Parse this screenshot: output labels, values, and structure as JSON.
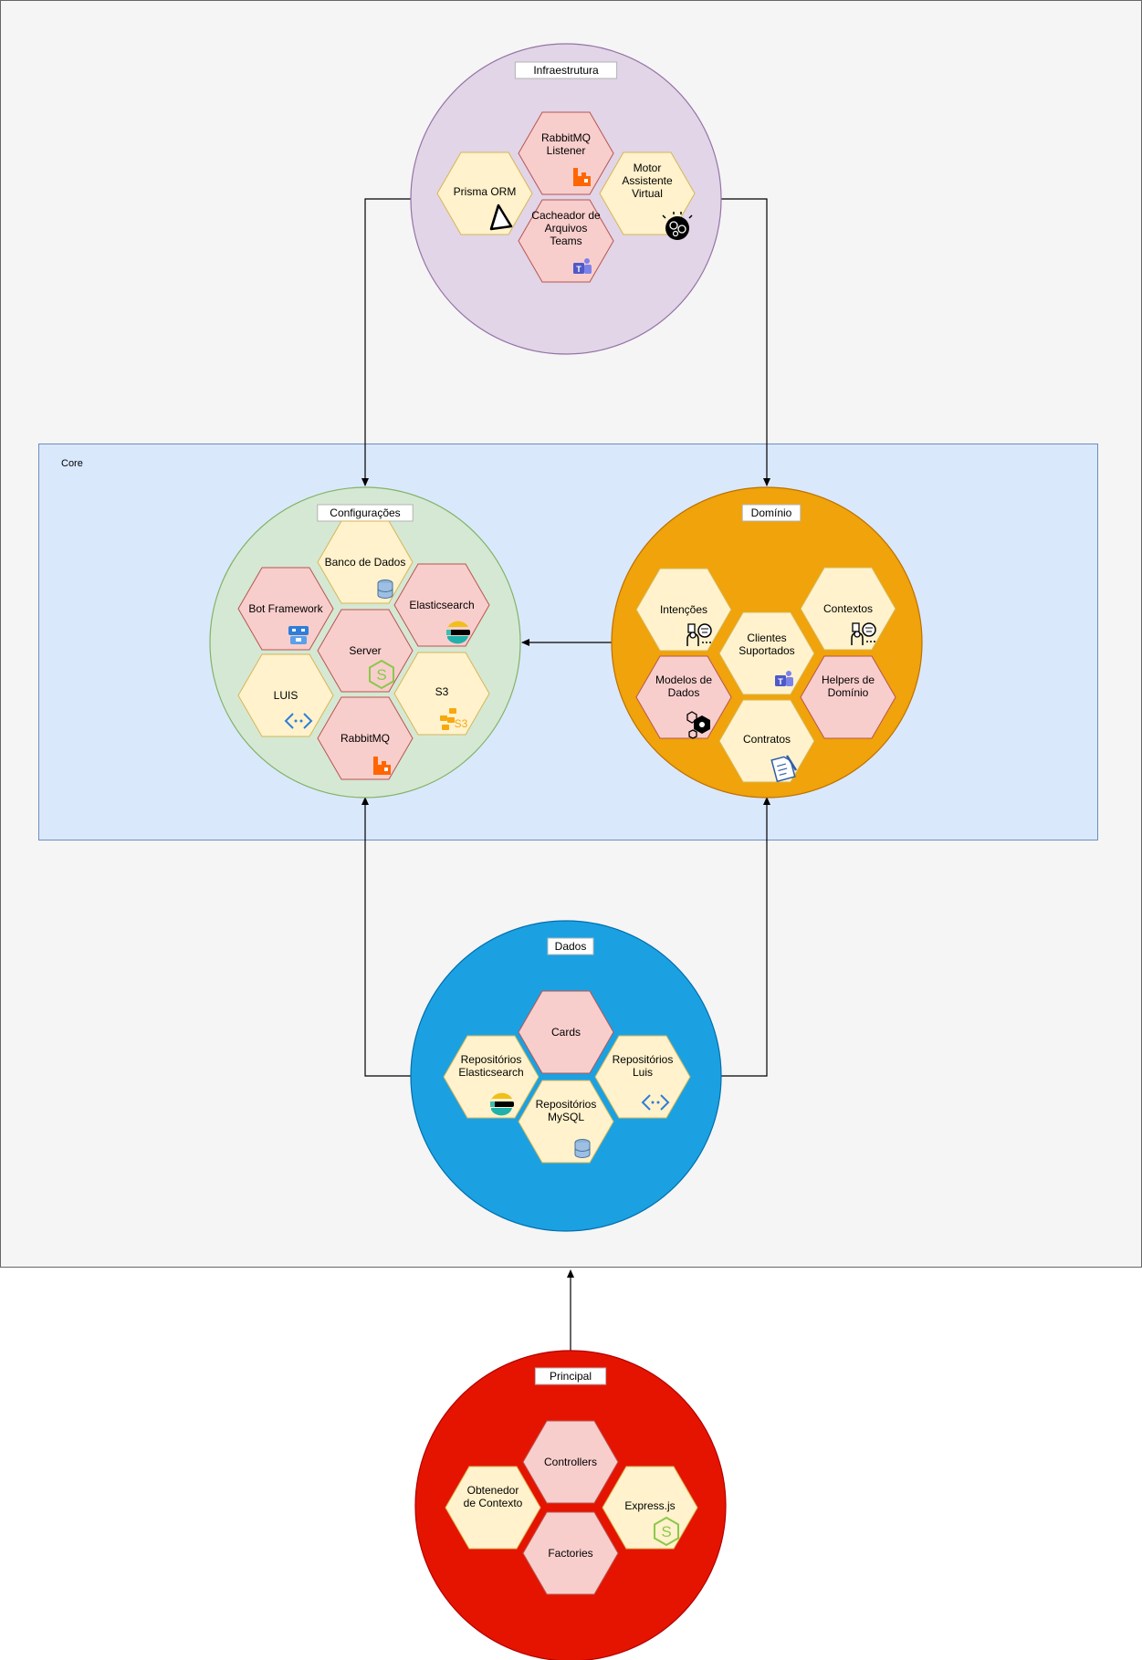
{
  "colors": {
    "outer_bg": "#f5f5f5",
    "outer_border": "#666666",
    "core_fill": "#dae8fc",
    "core_border": "#6c8ebf",
    "hex_pink": "#f8cecc",
    "hex_pink_border": "#b85450",
    "hex_yellow": "#fff2cc",
    "hex_yellow_border": "#d6b656",
    "infra_fill": "#e1d5e7",
    "infra_border": "#9673a6",
    "config_fill": "#d5e8d4",
    "config_border": "#82b366",
    "dominio_fill": "#f0a30a",
    "dominio_border": "#bd7000",
    "dados_fill": "#1ba1e2",
    "dados_border": "#006eaf",
    "principal_fill": "#e51400",
    "principal_border": "#b20000"
  },
  "core": {
    "label": "Core"
  },
  "infraestrutura": {
    "label": "Infraestrutura",
    "items": [
      {
        "label": [
          "RabbitMQ",
          "Listener"
        ],
        "icon": "rabbitmq-icon",
        "color": "pink"
      },
      {
        "label": [
          "Prisma ORM"
        ],
        "icon": "prisma-icon",
        "color": "yellow"
      },
      {
        "label": [
          "Cacheador de",
          "Arquivos",
          "Teams"
        ],
        "icon": "teams-icon",
        "color": "pink"
      },
      {
        "label": [
          "Motor",
          "Assistente",
          "Virtual"
        ],
        "icon": "brain-engine-icon",
        "color": "yellow"
      }
    ]
  },
  "configuracoes": {
    "label": "Configurações",
    "items": [
      {
        "label": [
          "Banco de Dados"
        ],
        "icon": "database-icon",
        "color": "yellow"
      },
      {
        "label": [
          "Bot Framework"
        ],
        "icon": "bot-icon",
        "color": "pink"
      },
      {
        "label": [
          "Elasticsearch"
        ],
        "icon": "elasticsearch-icon",
        "color": "pink"
      },
      {
        "label": [
          "Server"
        ],
        "icon": "nodejs-icon",
        "color": "pink"
      },
      {
        "label": [
          "LUIS"
        ],
        "icon": "luis-icon",
        "color": "yellow"
      },
      {
        "label": [
          "S3"
        ],
        "icon": "s3-icon",
        "color": "yellow"
      },
      {
        "label": [
          "RabbitMQ"
        ],
        "icon": "rabbitmq-icon",
        "color": "pink"
      }
    ]
  },
  "dominio": {
    "label": "Domínio",
    "items": [
      {
        "label": [
          "Intenções"
        ],
        "icon": "thinking-person-icon",
        "color": "yellow"
      },
      {
        "label": [
          "Contextos"
        ],
        "icon": "thinking-person-icon",
        "color": "yellow"
      },
      {
        "label": [
          "Clientes",
          "Suportados"
        ],
        "icon": "teams-icon",
        "color": "yellow"
      },
      {
        "label": [
          "Modelos de",
          "Dados"
        ],
        "icon": "data-model-icon",
        "color": "pink"
      },
      {
        "label": [
          "Helpers de",
          "Domínio"
        ],
        "icon": "",
        "color": "pink"
      },
      {
        "label": [
          "Contratos"
        ],
        "icon": "contract-icon",
        "color": "yellow"
      }
    ]
  },
  "dados": {
    "label": "Dados",
    "items": [
      {
        "label": [
          "Cards"
        ],
        "icon": "",
        "color": "pink"
      },
      {
        "label": [
          "Repositórios",
          "Elasticsearch"
        ],
        "icon": "elasticsearch-icon",
        "color": "yellow"
      },
      {
        "label": [
          "Repositórios",
          "Luis"
        ],
        "icon": "luis-icon",
        "color": "yellow"
      },
      {
        "label": [
          "Repositórios",
          "MySQL"
        ],
        "icon": "database-icon",
        "color": "yellow"
      }
    ]
  },
  "principal": {
    "label": "Principal",
    "items": [
      {
        "label": [
          "Controllers"
        ],
        "icon": "",
        "color": "pink"
      },
      {
        "label": [
          "Obtenedor",
          "de Contexto"
        ],
        "icon": "",
        "color": "yellow"
      },
      {
        "label": [
          "Express.js"
        ],
        "icon": "nodejs-icon",
        "color": "yellow"
      },
      {
        "label": [
          "Factories"
        ],
        "icon": "",
        "color": "pink"
      }
    ]
  }
}
